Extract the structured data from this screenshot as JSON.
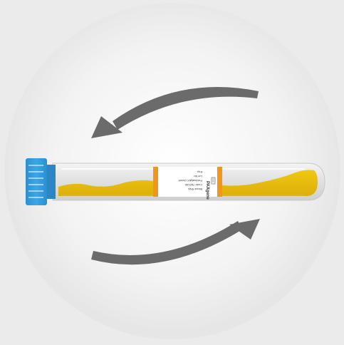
{
  "illustration": {
    "subject": "rotating-test-tube",
    "colors": {
      "background": "#ebebeb",
      "disc": "#f7f7f7",
      "arrow": "#6b6b6b",
      "tube_glass": "#dcdcdc",
      "liquid": "#e8bf12",
      "cap": "#2f9fe0",
      "label_band": "#f2951c",
      "label_paper": "#ffffff"
    },
    "label": {
      "brand": "PAXgene",
      "lines": [
        "Blood RNA",
        "Code 762165",
        "PreAnalytiX GmbH",
        "Lot No.",
        "Exp."
      ]
    }
  }
}
